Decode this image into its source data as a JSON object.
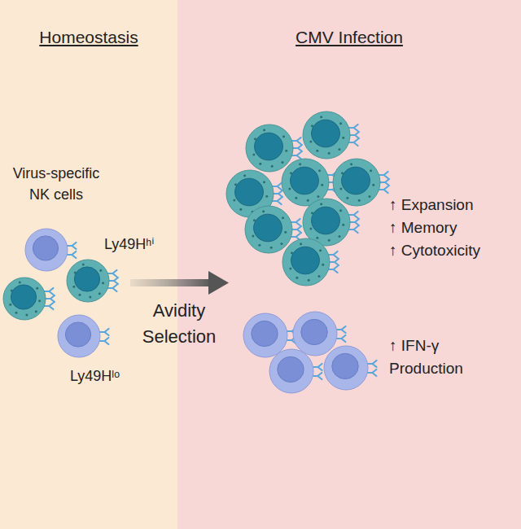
{
  "diagram": {
    "nodes": [
      {
        "text": [
          "Homeostasis"
        ]
      },
      {
        "text": [
          "CMV Infection"
        ]
      }
    ],
    "labels": [
      "Virus-specific NK cells",
      "Ly49Hʰⁱ",
      "Ly49Hˡᵒ",
      "Avidity Selection",
      "↑ Expansion",
      "↑ Memory",
      "↑ Cytotoxicity",
      "↑ IFN-γ Production"
    ]
  }
}
